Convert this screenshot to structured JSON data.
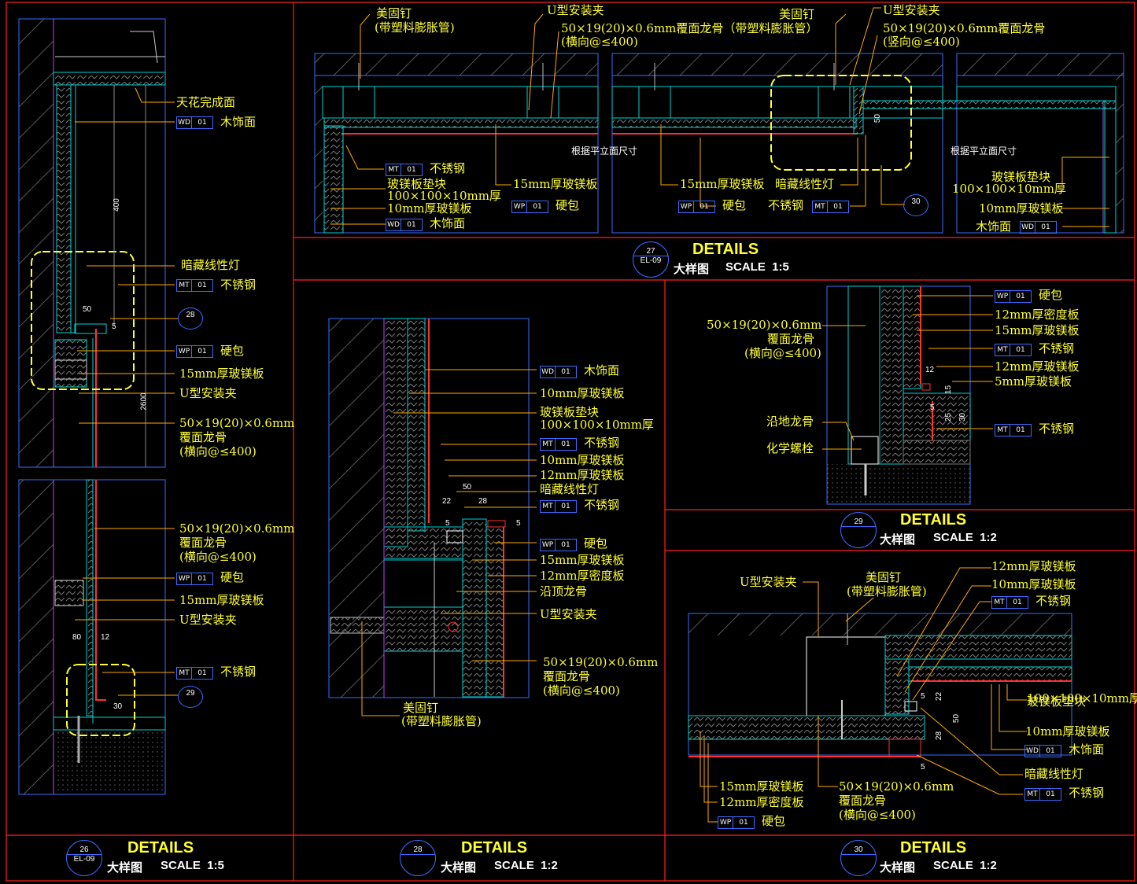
{
  "colors": {
    "frame": "#ff2020",
    "outline": "#3a6bff",
    "text": "#ffff33",
    "cyan": "#00d5d5",
    "purple": "#c040ff",
    "leader": "#ffaa00",
    "red": "#ff3030",
    "hatch": "#777777"
  },
  "details": [
    {
      "id": "26",
      "ref": "EL-09",
      "title": "DETAILS",
      "subtitle": "大样图",
      "scale": "SCALE  1:5"
    },
    {
      "id": "27",
      "ref": "EL-09",
      "title": "DETAILS",
      "subtitle": "大样图",
      "scale": "SCALE  1:5"
    },
    {
      "id": "28",
      "ref": "",
      "title": "DETAILS",
      "subtitle": "大样图",
      "scale": "SCALE  1:2"
    },
    {
      "id": "29",
      "ref": "",
      "title": "DETAILS",
      "subtitle": "大样图",
      "scale": "SCALE  1:2"
    },
    {
      "id": "30",
      "ref": "",
      "title": "DETAILS",
      "subtitle": "大样图",
      "scale": "SCALE  1:2"
    }
  ],
  "refs": {
    "c28": "28",
    "c29": "29",
    "c30": "30"
  },
  "tags": {
    "wd": "WD",
    "wp": "WP",
    "mt": "MT",
    "n01": "01"
  },
  "dims": {
    "d400": "400",
    "d2600": "2600",
    "d50": "50",
    "d5": "5",
    "d80": "80",
    "d12": "12",
    "d30": "30",
    "d22": "22",
    "d28": "28",
    "d25": "25",
    "d15": "15"
  },
  "labels": {
    "ceiling_finish": "天花完成面",
    "wood_finish": "木饰面",
    "hidden_light": "暗藏线性灯",
    "stainless": "不锈钢",
    "hardpack": "硬包",
    "mgo15": "15mm厚玻镁板",
    "mgo10": "10mm厚玻镁板",
    "mgo12": "12mm厚玻镁板",
    "mgo5": "5mm厚玻镁板",
    "density12": "12mm厚密度板",
    "u_clip": "U型安装夹",
    "keel_l1": "50×19(20)×0.6mm",
    "keel_l2": "覆面龙骨",
    "keel_l3": "(横向@≤400)",
    "keel_top1": "50×19(20)×0.6mm覆面龙骨（带塑料膨胀管）",
    "keel_top2": "(横向@≤400)",
    "keel_v1": "50×19(20)×0.6mm覆面龙骨",
    "keel_v2": "(竖向@≤400)",
    "nail": "美固钉",
    "nail2": "(带塑料膨胀管)",
    "nail3": "美固钉",
    "nail4": "(带塑料膨胀管)",
    "pad1": "玻镁板垫块",
    "pad2": "100×100×10mm厚",
    "per_plan": "根据平立面尺寸",
    "top_keel": "沿顶龙骨",
    "floor_keel": "沿地龙骨",
    "chem_bolt": "化学螺栓",
    "overlap": "100×100×10mm厚"
  }
}
